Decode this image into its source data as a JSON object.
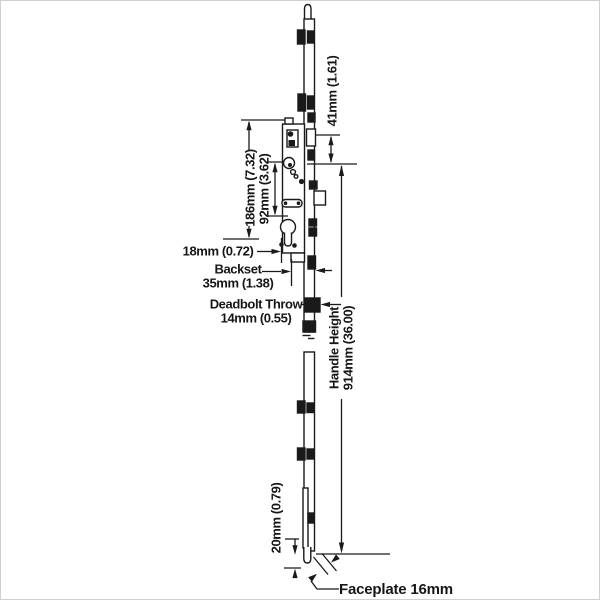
{
  "figure": {
    "description": "Technical line diagram of a multipoint door lock / espagnolette with dimension annotations",
    "ink_color": "#1a1a1a",
    "background_color": "#ffffff"
  },
  "labels": {
    "cam_offset": {
      "l1": "41mm (1.61)"
    },
    "case_height": {
      "l1": "186mm (7.32)"
    },
    "spindle_cylinder": {
      "l1": "92mm (3.62)"
    },
    "edge_offset": {
      "l1": "18mm (0.72)"
    },
    "backset": {
      "l1": "Backset",
      "l2": "35mm (1.38)"
    },
    "deadbolt_throw": {
      "l1": "Deadbolt Throw",
      "l2": "14mm (0.55)"
    },
    "handle_height": {
      "l1": "Handle Height",
      "l2": "914mm (36.00)"
    },
    "shootbolt_throw": {
      "l1": "20mm (0.79)"
    },
    "faceplate": {
      "l1": "Faceplate 16mm"
    }
  }
}
